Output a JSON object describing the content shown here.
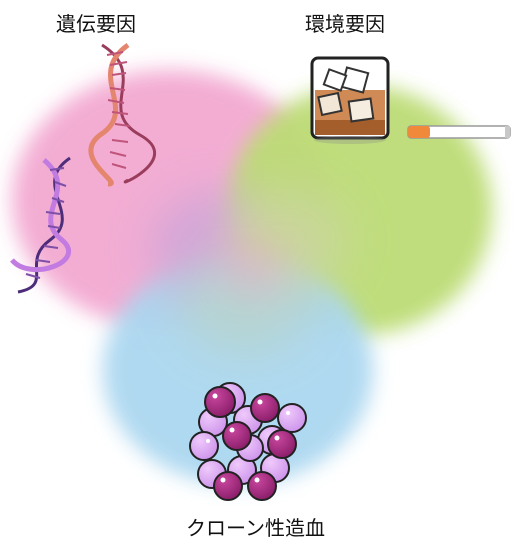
{
  "labels": {
    "genetic": "遺伝要因",
    "environmental": "環境要因",
    "clonal_hematopoiesis": "クローン性造血"
  },
  "colors": {
    "genetic": "#f0a8d0",
    "environmental": "#b5d86e",
    "clonal_hematopoiesis": "#a9d6f0",
    "blood_cell_dark": "#a4287f",
    "blood_cell_light": "#dfaef6"
  },
  "icons": [
    "dna-icon",
    "whisky-glass-icon",
    "cigarette-icon",
    "blood-cells-icon"
  ]
}
